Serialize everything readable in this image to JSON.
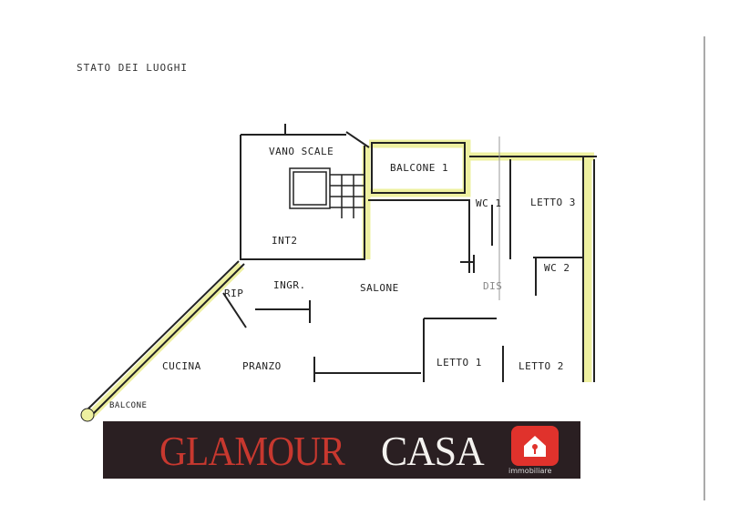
{
  "title": "STATO DEI LUOGHI",
  "rooms": {
    "vano_scale": "VANO SCALE",
    "balcone_1": "BALCONE 1",
    "wc_1": "WC 1",
    "letto_3": "LETTO 3",
    "int2": "INT2",
    "wc_2": "WC 2",
    "rip": "RIP",
    "ingr": "INGR.",
    "salone": "SALONE",
    "dis": "DIS",
    "cucina": "CUCINA",
    "pranzo": "PRANZO",
    "letto_1": "LETTO 1",
    "letto_2": "LETTO 2",
    "balcone": "BALCONE"
  },
  "banner": {
    "brand_1": "GLAMOUR",
    "brand_2": "CASA",
    "subtitle": "immobiliare",
    "brand_color": "#c8382f",
    "background": "#2a1f22"
  },
  "colors": {
    "wall_highlight": "#eef0a0",
    "wall": "#222222"
  }
}
